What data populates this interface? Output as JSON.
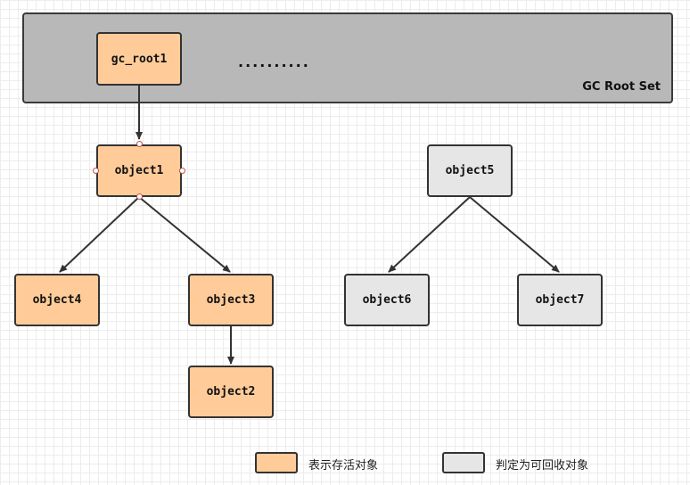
{
  "root_set": {
    "title": "GC Root Set",
    "ellipsis": "··········"
  },
  "nodes": {
    "gc_root1": "gc_root1",
    "object1": "object1",
    "object2": "object2",
    "object3": "object3",
    "object4": "object4",
    "object5": "object5",
    "object6": "object6",
    "object7": "object7"
  },
  "legend": {
    "alive_label": "表示存活对象",
    "collectable_label": "判定为可回收对象"
  },
  "colors": {
    "alive": "#ffcc99",
    "collectable": "#e6e6e6",
    "root_set": "#b8b8b8"
  }
}
